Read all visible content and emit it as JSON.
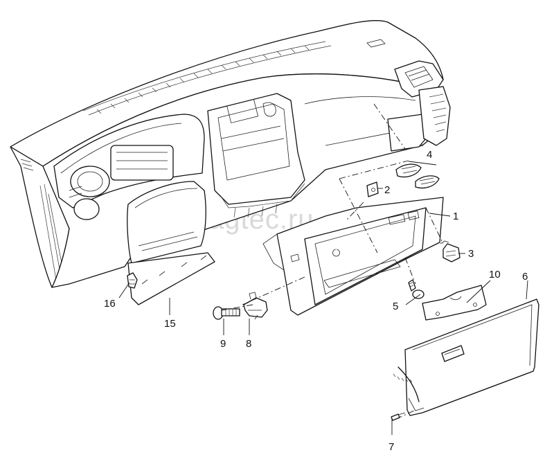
{
  "watermark": "vagtec.ru",
  "callouts": [
    {
      "id": "c1",
      "label": "1"
    },
    {
      "id": "c2",
      "label": "2"
    },
    {
      "id": "c3",
      "label": "3"
    },
    {
      "id": "c4",
      "label": "4"
    },
    {
      "id": "c5",
      "label": "5"
    },
    {
      "id": "c6",
      "label": "6"
    },
    {
      "id": "c7",
      "label": "7"
    },
    {
      "id": "c8",
      "label": "8"
    },
    {
      "id": "c9",
      "label": "9"
    },
    {
      "id": "c10",
      "label": "10"
    },
    {
      "id": "c15",
      "label": "15"
    },
    {
      "id": "c16",
      "label": "16"
    }
  ]
}
